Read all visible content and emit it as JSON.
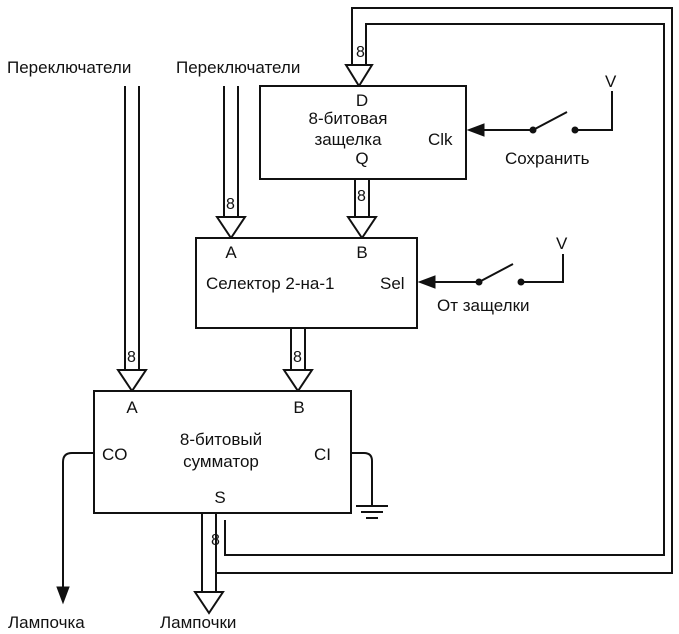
{
  "switches_left_label": "Переключатели",
  "switches_right_label": "Переключатели",
  "latch": {
    "title_line1": "8-битовая",
    "title_line2": "защелка",
    "input": "D",
    "output": "Q",
    "clock": "Clk"
  },
  "store_switch": {
    "label": "Сохранить",
    "voltage": "V"
  },
  "selector": {
    "title": "Селектор 2-на-1",
    "input_a": "A",
    "input_b": "B",
    "select": "Sel"
  },
  "from_latch_switch": {
    "label": "От защелки",
    "voltage": "V"
  },
  "adder": {
    "title_line1": "8-битовый",
    "title_line2": "сумматор",
    "input_a": "A",
    "input_b": "B",
    "carry_out": "CO",
    "carry_in": "CI",
    "sum": "S"
  },
  "bus_width": "8",
  "lamp_label": "Лампочка",
  "lamps_label": "Лампочки"
}
